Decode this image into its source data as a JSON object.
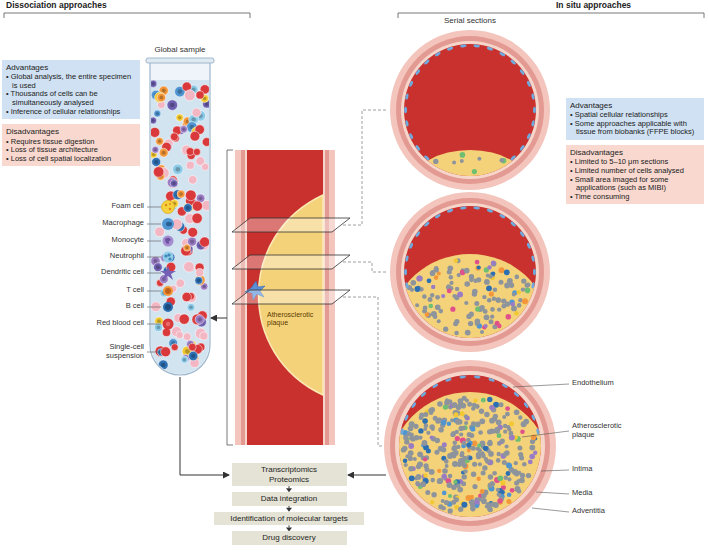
{
  "diagram": {
    "nodes": [
      {
        "text": [
          "Advantages",
          "• Global analysis, the entire specimen is used",
          "• Thousands of cells can be simultaneously analysed",
          "• Inference of cellular relationships"
        ]
      },
      {
        "text": [
          "Disadvantages",
          "• Requires tissue digestion",
          "• Loss of tissue architecture",
          "• Loss of cell spatial localization"
        ]
      },
      {
        "text": [
          "Advantages",
          "• Spatial cellular relationships",
          "• Some approaches applicable with tissue from biobanks (FFPE blocks)"
        ]
      },
      {
        "text": [
          "Disadvantages",
          "• Limited to 5–10 μm sections",
          "• Limited number of cells analysed",
          "• Small area imaged for some applications (such as MIBI)",
          "• Time consuming"
        ]
      },
      {
        "text": [
          "Transcriptomics Proteomics"
        ]
      },
      {
        "text": [
          "Data integration"
        ]
      },
      {
        "text": [
          "Identification of molecular targets"
        ]
      },
      {
        "text": [
          "Drug discovery"
        ]
      }
    ],
    "edges": [
      {
        "from": 4,
        "to": 5,
        "arrow": "to"
      },
      {
        "from": 5,
        "to": 6,
        "arrow": "to"
      },
      {
        "from": 6,
        "to": 7,
        "arrow": "to"
      }
    ],
    "labels": [
      "Dissociation approaches",
      "In situ approaches",
      "Global sample",
      "Serial sections",
      "Foam cell",
      "Macrophage",
      "Monocyte",
      "Neutrophil",
      "Dendritic cell",
      "T cell",
      "B cell",
      "Red blood cell",
      "Single-cell suspension",
      "Atherosclerotic plaque",
      "Endothelium",
      "Atherosclerotic plaque",
      "Intima",
      "Media",
      "Adventitia"
    ]
  }
}
